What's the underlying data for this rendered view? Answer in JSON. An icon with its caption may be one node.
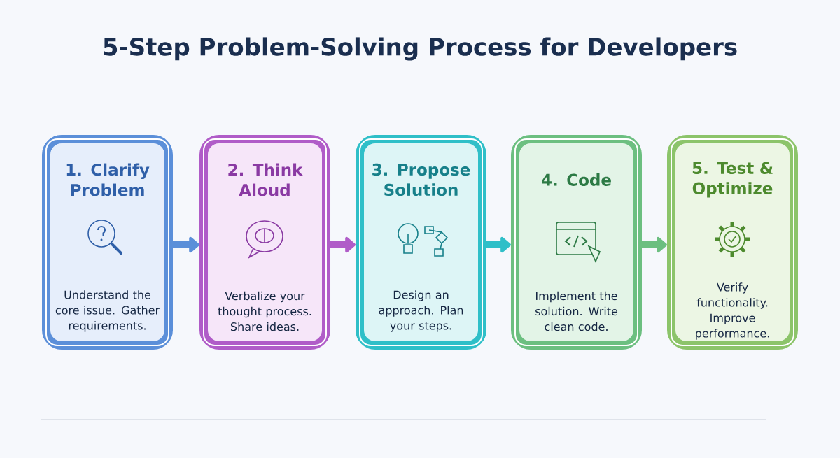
{
  "diagram": {
    "title": "5-Step Problem-Solving Process for Developers",
    "nodes": [
      {
        "text": [
          "1. Clarify Problem",
          "Understand the core issue. Gather requirements."
        ]
      },
      {
        "text": [
          "2. Think Aloud",
          "Verbalize your thought process. Share ideas."
        ]
      },
      {
        "text": [
          "3. Propose Solution",
          "Design an approach. Plan your steps."
        ]
      },
      {
        "text": [
          "4. Code",
          "Implement the solution. Write clean code."
        ]
      },
      {
        "text": [
          "5. Test & Optimize",
          "Verify functionality. Improve performance."
        ]
      }
    ],
    "edges": [
      {
        "from": 0,
        "to": 1,
        "arrow": "to",
        "color": "#5b8fd9"
      },
      {
        "from": 1,
        "to": 2,
        "arrow": "to",
        "color": "#b05cc8"
      },
      {
        "from": 2,
        "to": 3,
        "arrow": "to",
        "color": "#2fbfc8"
      },
      {
        "from": 3,
        "to": 4,
        "arrow": "to",
        "color": "#6cbf80"
      }
    ]
  }
}
